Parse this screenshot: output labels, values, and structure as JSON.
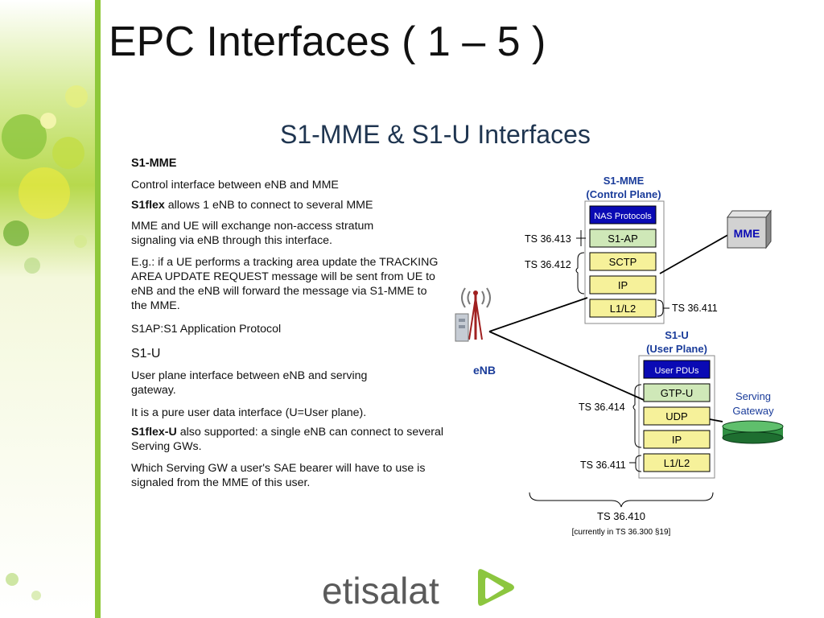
{
  "slide": {
    "title": "EPC Interfaces ( 1 – 5 )",
    "subtitle": "S1-MME & S1-U Interfaces"
  },
  "text": {
    "s1mme_heading": "S1-MME",
    "s1mme_p1": "Control interface between eNB and MME",
    "s1mme_p2_bold": "S1flex",
    "s1mme_p2_rest": " allows 1 eNB to connect to several MME",
    "s1mme_p3": "MME and UE will exchange non-access stratum signaling via eNB through this interface.",
    "s1mme_p4": "E.g.: if a UE performs a tracking area update the TRACKING AREA UPDATE REQUEST message will be sent from UE to eNB and the eNB will forward the message via S1-MME to the MME.",
    "s1mme_p5": "S1AP:S1 Application Protocol",
    "s1u_heading": "S1-U",
    "s1u_p1": "User plane interface between eNB and serving gateway.",
    "s1u_p2": "It is a pure user data interface (U=User plane).",
    "s1u_p3_bold": "S1flex-U",
    "s1u_p3_rest": " also supported: a single eNB can connect to several Serving GWs.",
    "s1u_p4": "Which Serving GW a user's SAE bearer will have to use is signaled from the MME of this user."
  },
  "diagram": {
    "cp_title": "S1-MME",
    "cp_subtitle": "(Control Plane)",
    "cp_stack": [
      "NAS Protocols",
      "S1-AP",
      "SCTP",
      "IP",
      "L1/L2"
    ],
    "up_title": "S1-U",
    "up_subtitle": "(User Plane)",
    "up_stack": [
      "User PDUs",
      "GTP-U",
      "UDP",
      "IP",
      "L1/L2"
    ],
    "ts_413": "TS 36.413",
    "ts_412": "TS 36.412",
    "ts_411_cp": "TS 36.411",
    "ts_414": "TS 36.414",
    "ts_411_up": "TS 36.411",
    "ts_410": "TS 36.410",
    "ts_410_note": "[currently in TS 36.300 §19]",
    "enb_label": "eNB",
    "mme_label": "MME",
    "sgw_label_1": "Serving",
    "sgw_label_2": "Gateway"
  },
  "logo": {
    "text": "etisalat"
  },
  "colors": {
    "accent_green": "#8fc83a",
    "nav_blue": "#0a0ab4",
    "box_green": "#cfe8b8",
    "box_yellow": "#f6f19a",
    "title_blue": "#1a3c9a",
    "gateway_green": "#2f8f42"
  }
}
